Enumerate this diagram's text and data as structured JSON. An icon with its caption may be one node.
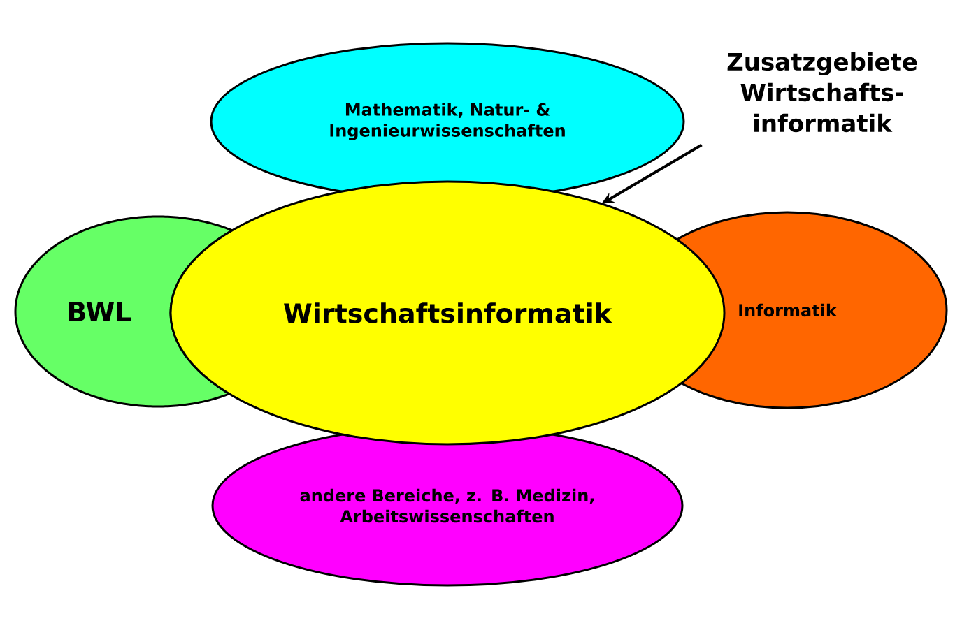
{
  "diagram": {
    "nodes": [
      {
        "text": [
          "Mathematik, Natur- & Ingenieurwissenschaften"
        ]
      },
      {
        "text": [
          "Zusatzgebiete Wirtschafts- informatik"
        ]
      },
      {
        "text": [
          "BWL"
        ]
      },
      {
        "text": [
          "Wirtschaftsinformatik"
        ]
      },
      {
        "text": [
          "Informatik"
        ]
      },
      {
        "text": [
          "andere Bereiche, z. B. Medizin, Arbeitswissenschaften"
        ]
      }
    ],
    "edges": [
      {
        "from": 1,
        "to": 3,
        "arrow": "to"
      }
    ]
  }
}
